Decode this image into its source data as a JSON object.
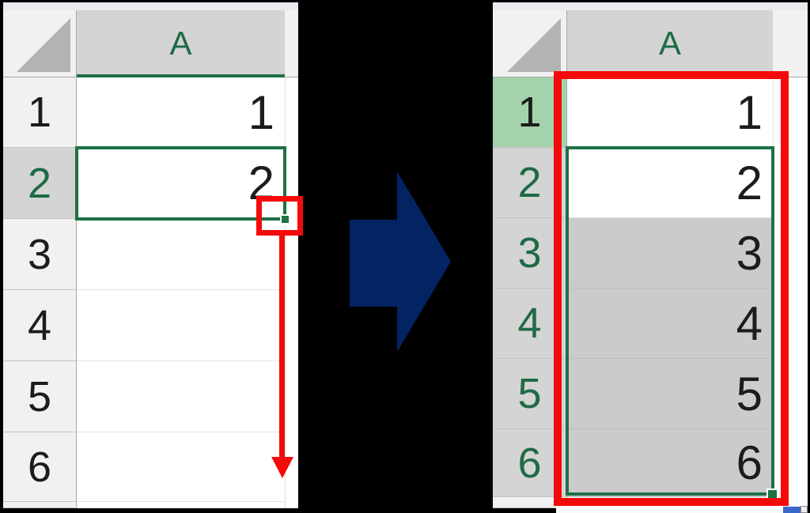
{
  "left_panel": {
    "column_header": "A",
    "row_headers": [
      "1",
      "2",
      "3",
      "4",
      "5",
      "6"
    ],
    "cells": {
      "A1": "1",
      "A2": "2",
      "A3": "",
      "A4": "",
      "A5": "",
      "A6": ""
    },
    "active_cell": "A2"
  },
  "right_panel": {
    "column_header": "A",
    "row_headers": [
      "1",
      "2",
      "3",
      "4",
      "5",
      "6"
    ],
    "cells": {
      "A1": "1",
      "A2": "2",
      "A3": "3",
      "A4": "4",
      "A5": "5",
      "A6": "6"
    },
    "selected_range": "A2:A6"
  },
  "colors": {
    "excel_selection_green": "#1E7145",
    "header_text_green": "#1E6B45",
    "selected_row_header_green": "#A3D3AC",
    "selected_header_gray": "#D4D4D4",
    "range_fill_gray": "#CBCBCB",
    "annotation_red": "#F40A0A",
    "transform_arrow_navy": "#042363",
    "scrollbar_blue": "#3B66CB",
    "background_black": "#000000"
  }
}
